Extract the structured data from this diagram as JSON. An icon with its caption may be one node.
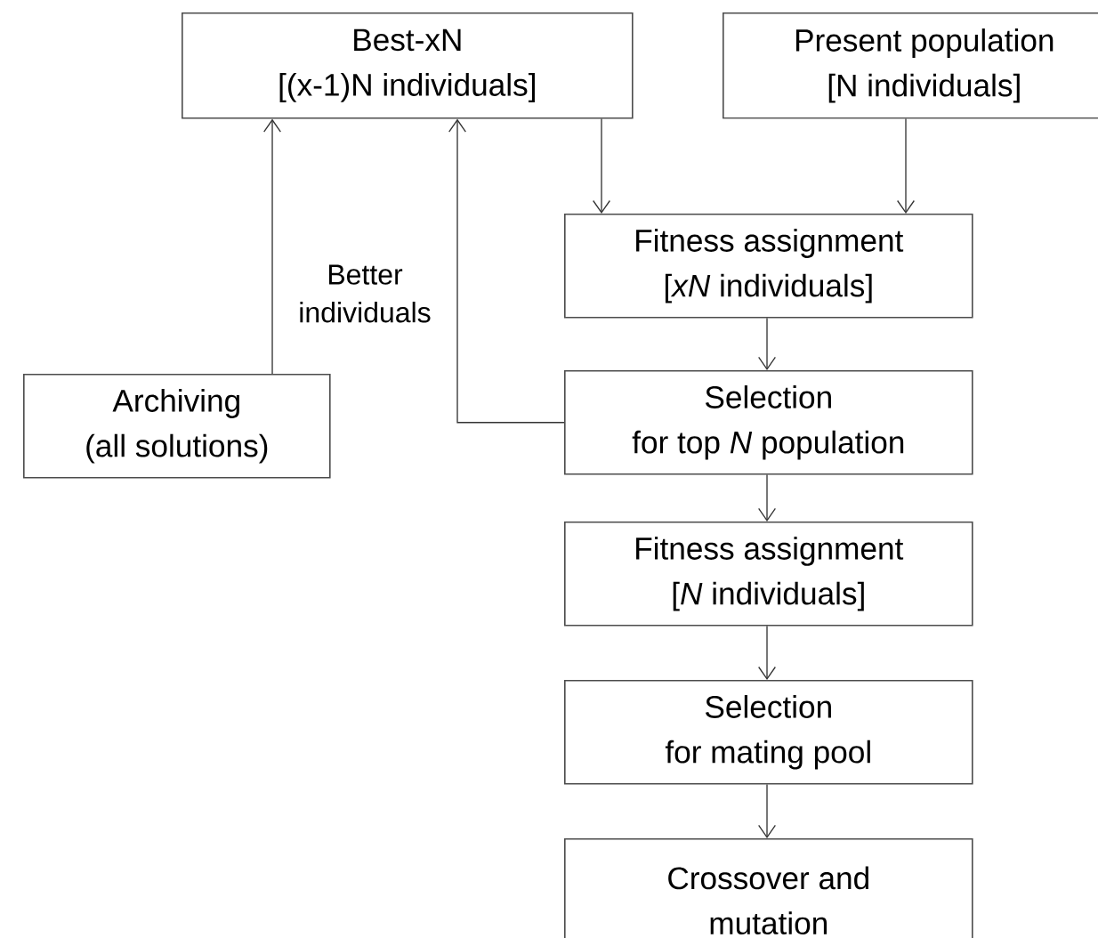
{
  "diagram": {
    "nodes": [
      {
        "text": [
          "Best-xN",
          "[(x-1)N individuals]"
        ]
      },
      {
        "text": [
          "Present population",
          "[N individuals]"
        ]
      },
      {
        "text": [
          "Fitness assignment",
          "[*xN* individuals]"
        ]
      },
      {
        "text": [
          "Archiving",
          "(all solutions)"
        ]
      },
      {
        "text": [
          "Selection",
          "for top *N* population"
        ]
      },
      {
        "text": [
          "Fitness assignment",
          "[*N* individuals]"
        ]
      },
      {
        "text": [
          "Selection",
          "for mating pool"
        ]
      },
      {
        "text": [
          "Crossover and",
          "mutation"
        ]
      }
    ],
    "edges": [
      {
        "from": 0,
        "to": 2,
        "arrow": "to"
      },
      {
        "from": 1,
        "to": 2,
        "arrow": "to"
      },
      {
        "from": 2,
        "to": 4,
        "arrow": "to"
      },
      {
        "from": 3,
        "to": 0,
        "arrow": "to"
      },
      {
        "from": 4,
        "to": 0,
        "arrow": "to",
        "label": "Better individuals"
      },
      {
        "from": 4,
        "to": 5,
        "arrow": "to"
      },
      {
        "from": 5,
        "to": 6,
        "arrow": "to"
      },
      {
        "from": 6,
        "to": 7,
        "arrow": "to"
      }
    ]
  }
}
